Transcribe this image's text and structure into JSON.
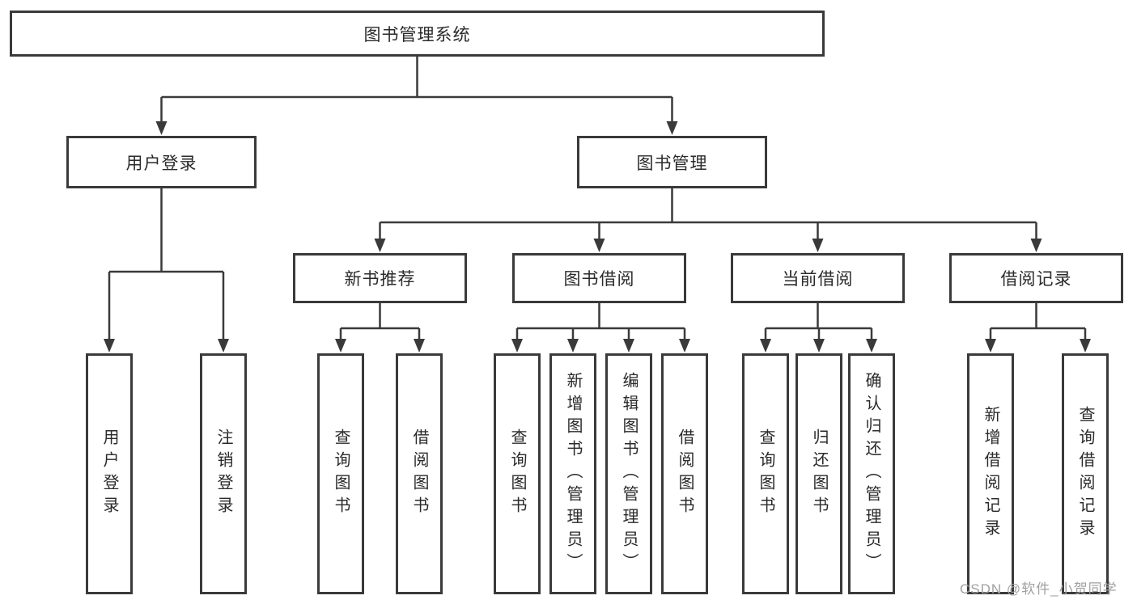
{
  "diagram": {
    "root": "图书管理系统",
    "level2": [
      "用户登录",
      "图书管理"
    ],
    "level3": [
      "新书推荐",
      "图书借阅",
      "当前借阅",
      "借阅记录"
    ],
    "leaves": [
      "用户登录",
      "注销登录",
      "查询图书",
      "借阅图书",
      "查询图书",
      "新增图书（管理员）",
      "编辑图书（管理员）",
      "借阅图书",
      "查询图书",
      "归还图书",
      "确认归还（管理员）",
      "新增借阅记录",
      "查询借阅记录"
    ],
    "watermark": "CSDN @软件_小贺同学",
    "colors": {
      "line": "#3a3a3a",
      "text": "#2a2a2a",
      "watermark": "#a0a0a0",
      "background": "#ffffff"
    }
  }
}
